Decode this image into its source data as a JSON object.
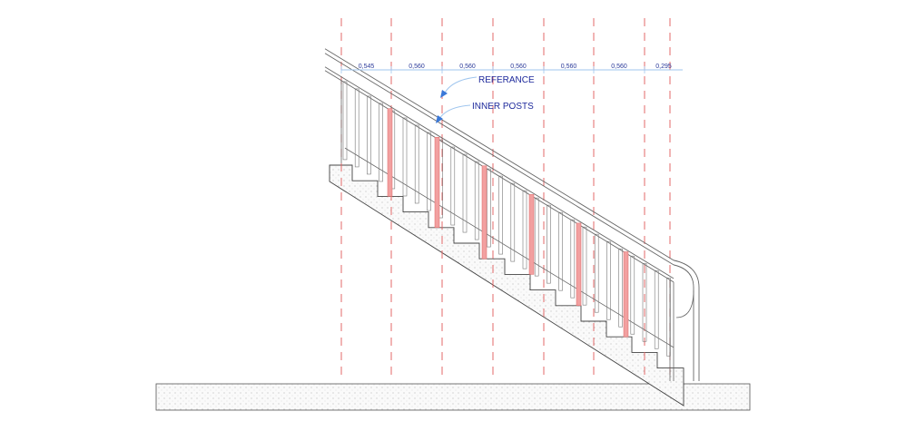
{
  "drawing": {
    "dimensions": [
      "0,545",
      "0,560",
      "0,560",
      "0,560",
      "0,560",
      "0,560",
      "0,295"
    ],
    "annotations": {
      "reference": "REFERANCE",
      "inner_posts": "INNER POSTS"
    },
    "colors": {
      "grid": "#e05a5a",
      "post": "#f2a0a0",
      "dim": "#9fc5ee",
      "text": "#1e2a9c",
      "line": "#555555"
    },
    "step_count": 13,
    "inner_post_count": 6
  }
}
